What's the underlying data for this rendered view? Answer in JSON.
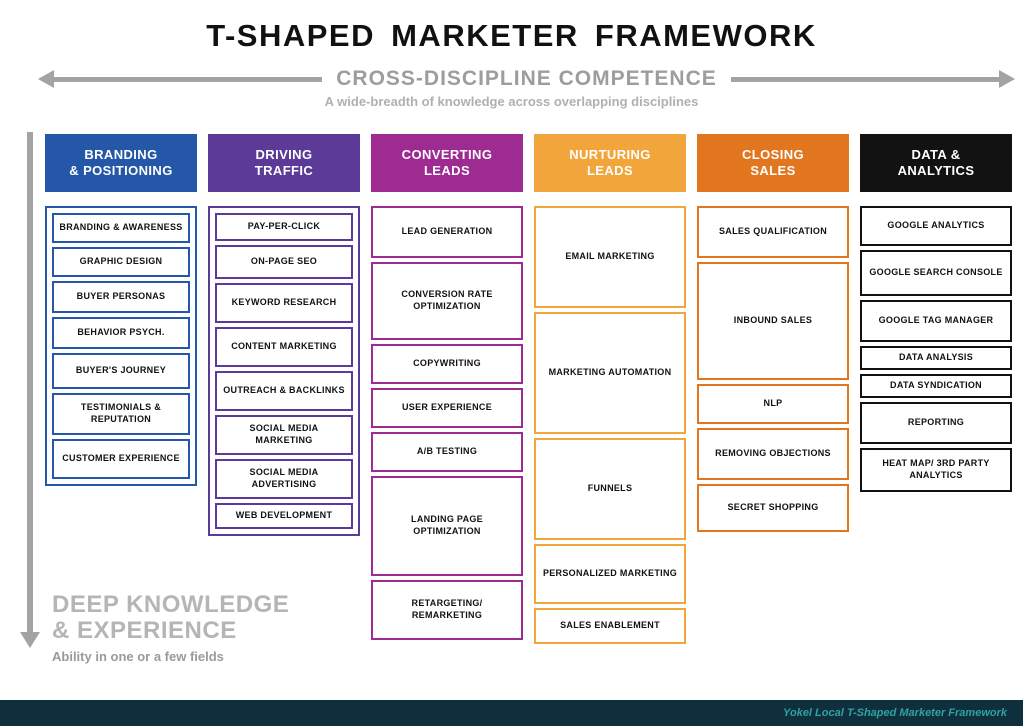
{
  "title": "T-SHAPED MARKETER FRAMEWORK",
  "top_axis": {
    "label": "CROSS-DISCIPLINE COMPETENCE",
    "sublabel": "A wide-breadth of knowledge across overlapping disciplines"
  },
  "left_axis": {
    "label": "DEEP KNOWLEDGE\n& EXPERIENCE",
    "sublabel": "Ability in one or a few fields"
  },
  "footer": {
    "credit": "Yokel Local T-Shaped Marketer Framework",
    "bg_color": "#0f2f3c",
    "text_color": "#2fa3a0"
  },
  "colors": {
    "arrow_gray": "#a3a3a3",
    "title_black": "#111111"
  },
  "columns": [
    {
      "label": "BRANDING\n& POSITIONING",
      "color": "#2457a7",
      "outer": true,
      "items": [
        {
          "text": "BRANDING & AWARENESS",
          "h": 30
        },
        {
          "text": "GRAPHIC DESIGN",
          "h": 30
        },
        {
          "text": "BUYER PERSONAS",
          "h": 32
        },
        {
          "text": "BEHAVIOR PSYCH.",
          "h": 32
        },
        {
          "text": "BUYER'S JOURNEY",
          "h": 36
        },
        {
          "text": "TESTIMONIALS & REPUTATION",
          "h": 42
        },
        {
          "text": "CUSTOMER EXPERIENCE",
          "h": 40
        }
      ]
    },
    {
      "label": "DRIVING\nTRAFFIC",
      "color": "#5b3b97",
      "outer": true,
      "items": [
        {
          "text": "PAY-PER-CLICK",
          "h": 28
        },
        {
          "text": "ON-PAGE SEO",
          "h": 34
        },
        {
          "text": "KEYWORD RESEARCH",
          "h": 40
        },
        {
          "text": "CONTENT MARKETING",
          "h": 40
        },
        {
          "text": "OUTREACH & BACKLINKS",
          "h": 40
        },
        {
          "text": "SOCIAL MEDIA MARKETING",
          "h": 40
        },
        {
          "text": "SOCIAL MEDIA ADVERTISING",
          "h": 40
        },
        {
          "text": "WEB DEVELOPMENT",
          "h": 26
        }
      ]
    },
    {
      "label": "CONVERTING\nLEADS",
      "color": "#9e2b91",
      "outer": false,
      "items": [
        {
          "text": "LEAD GENERATION",
          "h": 52
        },
        {
          "text": "CONVERSION RATE OPTIMIZATION",
          "h": 78
        },
        {
          "text": "COPYWRITING",
          "h": 40
        },
        {
          "text": "USER EXPERIENCE",
          "h": 40
        },
        {
          "text": "A/B TESTING",
          "h": 40
        },
        {
          "text": "LANDING PAGE OPTIMIZATION",
          "h": 100
        },
        {
          "text": "RETARGETING/ REMARKETING",
          "h": 60
        }
      ]
    },
    {
      "label": "NURTURING\nLEADS",
      "color": "#f2a53a",
      "outer": false,
      "items": [
        {
          "text": "EMAIL MARKETING",
          "h": 102
        },
        {
          "text": "MARKETING AUTOMATION",
          "h": 122
        },
        {
          "text": "FUNNELS",
          "h": 102
        },
        {
          "text": "PERSONALIZED MARKETING",
          "h": 60
        },
        {
          "text": "SALES ENABLEMENT",
          "h": 36
        }
      ]
    },
    {
      "label": "CLOSING\nSALES",
      "color": "#e2761f",
      "outer": false,
      "items": [
        {
          "text": "SALES QUALIFICATION",
          "h": 52
        },
        {
          "text": "INBOUND SALES",
          "h": 118
        },
        {
          "text": "NLP",
          "h": 40
        },
        {
          "text": "REMOVING OBJECTIONS",
          "h": 52
        },
        {
          "text": "SECRET SHOPPING",
          "h": 48
        }
      ]
    },
    {
      "label": "DATA &\nANALYTICS",
      "color": "#121212",
      "outer": false,
      "items": [
        {
          "text": "GOOGLE ANALYTICS",
          "h": 40
        },
        {
          "text": "GOOGLE SEARCH CONSOLE",
          "h": 46
        },
        {
          "text": "GOOGLE TAG MANAGER",
          "h": 42
        },
        {
          "text": "DATA ANALYSIS",
          "h": 24
        },
        {
          "text": "DATA SYNDICATION",
          "h": 24
        },
        {
          "text": "REPORTING",
          "h": 42
        },
        {
          "text": "HEAT MAP/ 3RD PARTY ANALYTICS",
          "h": 44
        }
      ]
    }
  ]
}
